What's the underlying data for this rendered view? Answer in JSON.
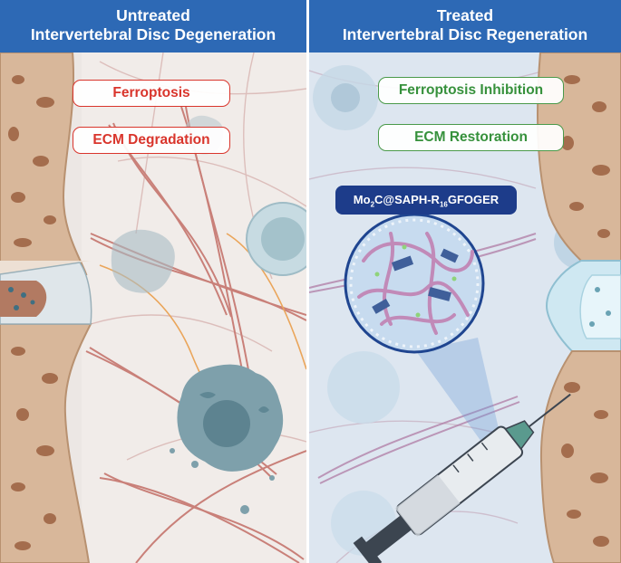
{
  "headers": {
    "left": {
      "line1": "Untreated",
      "line2": "Intervertebral Disc Degeneration"
    },
    "right": {
      "line1": "Treated",
      "line2": "Intervertebral Disc Regeneration"
    }
  },
  "left_labels": {
    "ferroptosis": "Ferroptosis",
    "ecm": "ECM Degradation"
  },
  "right_labels": {
    "ferroptosis": "Ferroptosis Inhibition",
    "ecm": "ECM Restoration"
  },
  "compound": {
    "part1": "Mo",
    "sub1": "2",
    "part2": "C@SAPH-R",
    "sub2": "16",
    "part3": "GFOGER"
  },
  "colors": {
    "header_bg": "#2d69b5",
    "left_bg": "#ece7e4",
    "right_bg": "#dde6f0",
    "bone": "#d8b79a",
    "pit": "#a46d4d",
    "alert_red": "#d9352c",
    "restore_green": "#36913c",
    "compound_bg": "#1d3c8a"
  },
  "icons": [
    "damaged-cell",
    "stem-cell",
    "collagen-fiber",
    "hydrogel-sphere",
    "syringe"
  ]
}
